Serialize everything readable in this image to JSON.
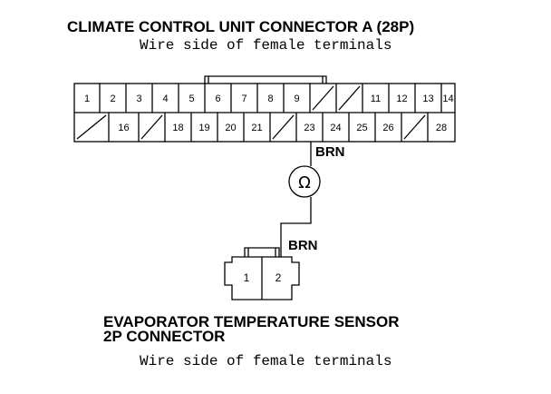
{
  "top_connector": {
    "title": "CLIMATE CONTROL UNIT CONNECTOR A (28P)",
    "subtitle": "Wire side of female terminals",
    "row1": [
      "1",
      "2",
      "3",
      "4",
      "5",
      "6",
      "7",
      "8",
      "9",
      "",
      "",
      "11",
      "12",
      "13",
      "14"
    ],
    "row2": [
      "",
      "16",
      "",
      "18",
      "19",
      "20",
      "21",
      "",
      "23",
      "24",
      "25",
      "26",
      "",
      "28"
    ]
  },
  "wire_upper_label": "BRN",
  "wire_lower_label": "BRN",
  "ohmmeter_symbol": "Ω",
  "bottom_connector": {
    "title_line1": "EVAPORATOR TEMPERATURE SENSOR",
    "title_line2": "2P CONNECTOR",
    "subtitle": "Wire side of female terminals",
    "pins": [
      "1",
      "2"
    ]
  }
}
